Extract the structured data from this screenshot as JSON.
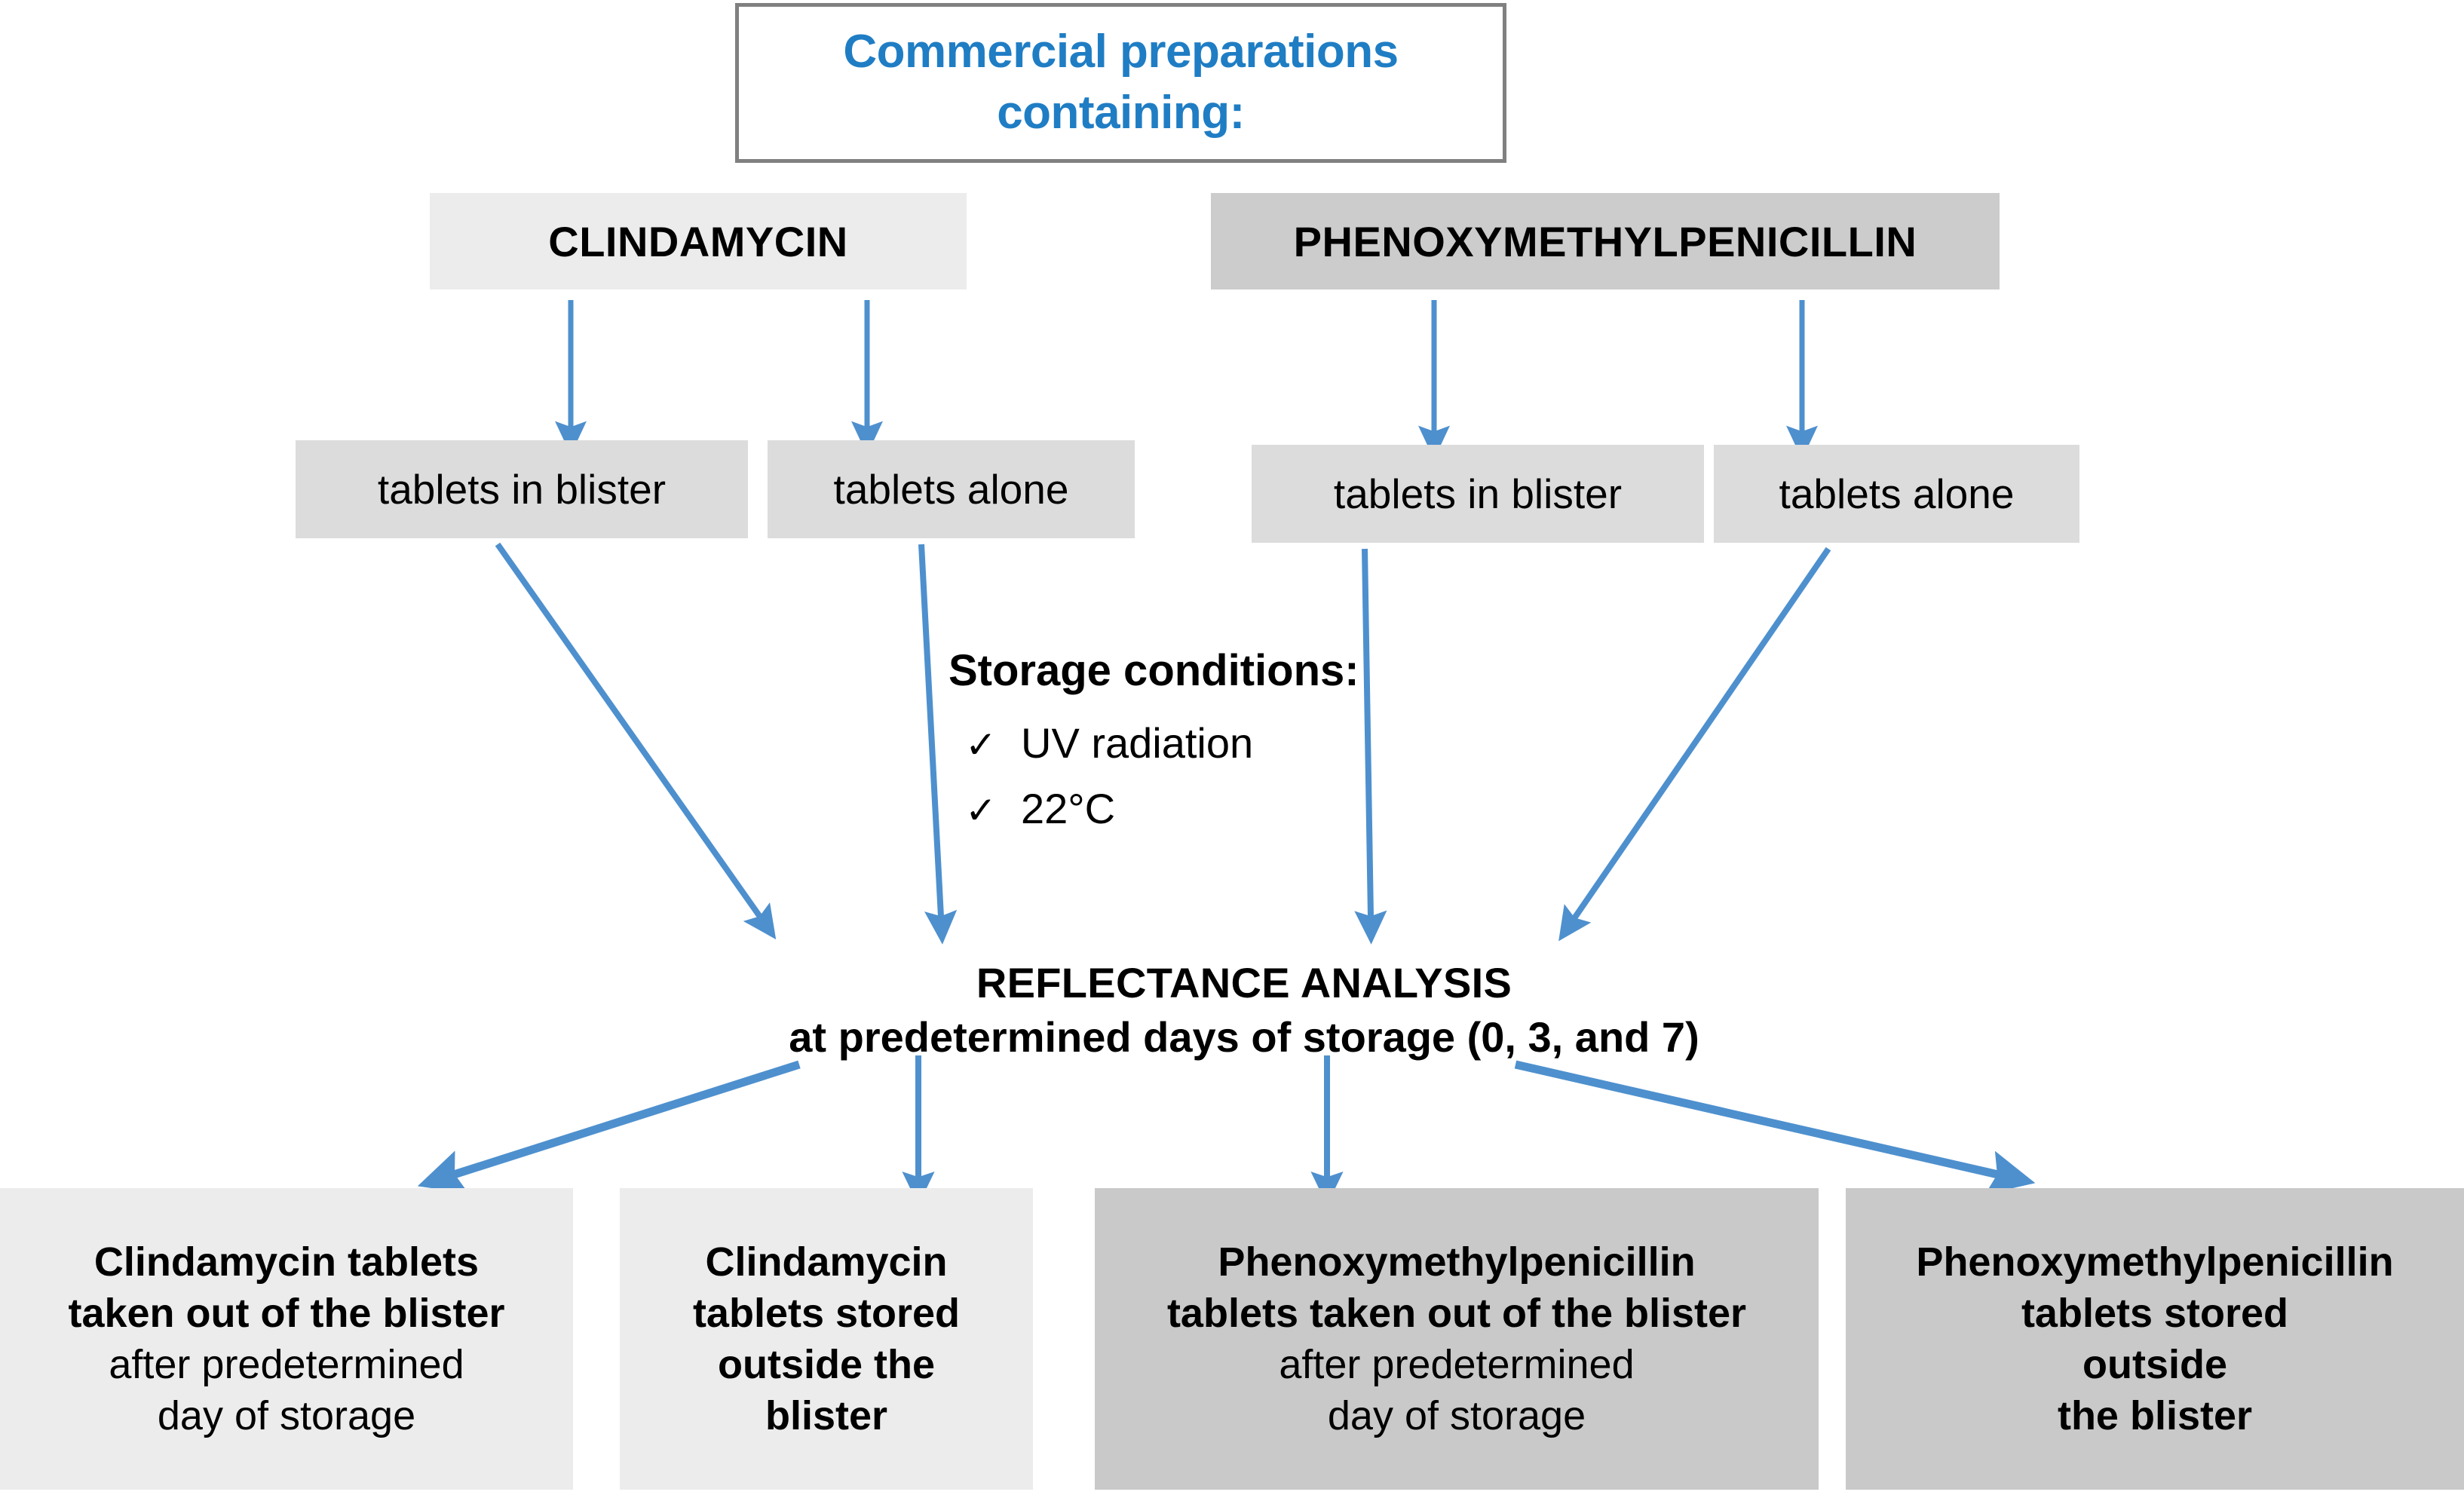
{
  "diagram": {
    "accent_color": "#1F7DC4",
    "arrow_color": "#4E90CE",
    "title": {
      "line1": "Commercial preparations",
      "line2": "containing:"
    },
    "drugs": [
      {
        "label": "CLINDAMYCIN",
        "fill": "#ECECEC"
      },
      {
        "label": "PHENOXYMETHYLPENICILLIN",
        "fill": "#CCCCCC"
      }
    ],
    "sample_forms": [
      {
        "label": "tablets in blister"
      },
      {
        "label": "tablets alone"
      },
      {
        "label": "tablets in blister"
      },
      {
        "label": "tablets alone"
      }
    ],
    "storage": {
      "title": "Storage conditions:",
      "check_glyph": "✓",
      "items": [
        "UV radiation",
        "22°C"
      ]
    },
    "analysis": {
      "line1": "REFLECTANCE ANALYSIS",
      "line2": "at predetermined days of storage (0, 3, and 7)"
    },
    "results": [
      {
        "bold_line1": "Clindamycin tablets",
        "bold_line2": "taken out of the blister",
        "plain_line1": "after predetermined",
        "plain_line2": "day of storage",
        "fill": "#ECECEC"
      },
      {
        "bold_line1": "Clindamycin",
        "bold_line2": "tablets stored",
        "bold_line3": "outside the",
        "bold_line4": "blister",
        "fill": "#ECECEC"
      },
      {
        "bold_line1": "Phenoxymethylpenicillin",
        "bold_line2": "tablets taken out of the blister",
        "plain_line1": "after predetermined",
        "plain_line2": "day of storage",
        "fill": "#C9C9C9"
      },
      {
        "bold_line1": "Phenoxymethylpenicillin",
        "bold_line2": "tablets stored",
        "bold_line3": "outside",
        "bold_line4": "the blister",
        "fill": "#C9C9C9"
      }
    ]
  }
}
